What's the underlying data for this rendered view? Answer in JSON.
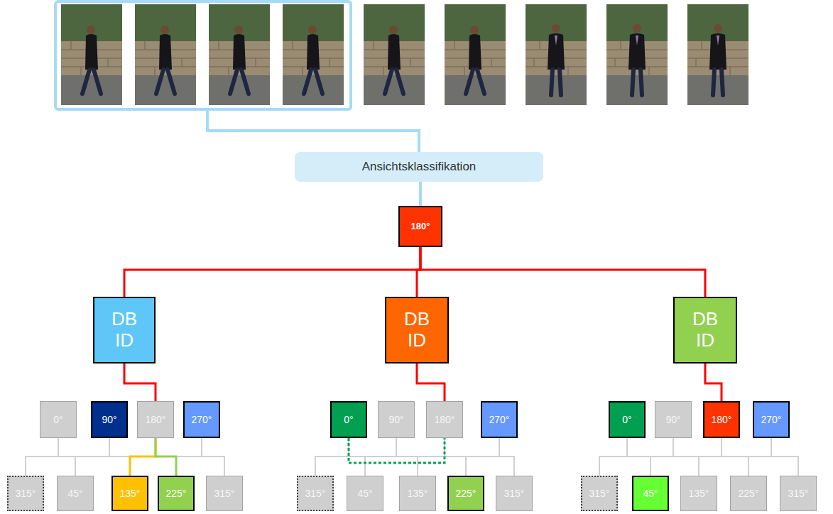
{
  "diagram": {
    "nodes": [
      {
        "text": [
          "Ansichtsklassifikation"
        ]
      },
      {
        "text": [
          "180°"
        ]
      },
      {
        "text": [
          "DB ID"
        ]
      },
      {
        "text": [
          "DB ID"
        ]
      },
      {
        "text": [
          "DB ID"
        ]
      },
      {
        "text": [
          "0°"
        ]
      },
      {
        "text": [
          "90°"
        ]
      },
      {
        "text": [
          "180°"
        ]
      },
      {
        "text": [
          "270°"
        ]
      },
      {
        "text": [
          "0°"
        ]
      },
      {
        "text": [
          "90°"
        ]
      },
      {
        "text": [
          "180°"
        ]
      },
      {
        "text": [
          "270°"
        ]
      },
      {
        "text": [
          "0°"
        ]
      },
      {
        "text": [
          "90°"
        ]
      },
      {
        "text": [
          "180°"
        ]
      },
      {
        "text": [
          "270°"
        ]
      },
      {
        "text": [
          "315°"
        ]
      },
      {
        "text": [
          "45°"
        ]
      },
      {
        "text": [
          "135°"
        ]
      },
      {
        "text": [
          "225°"
        ]
      },
      {
        "text": [
          "315°"
        ]
      },
      {
        "text": [
          "315°"
        ]
      },
      {
        "text": [
          "45°"
        ]
      },
      {
        "text": [
          "135°"
        ]
      },
      {
        "text": [
          "225°"
        ]
      },
      {
        "text": [
          "315°"
        ]
      },
      {
        "text": [
          "315°"
        ]
      },
      {
        "text": [
          "45°"
        ]
      },
      {
        "text": [
          "135°"
        ]
      },
      {
        "text": [
          "225°"
        ]
      },
      {
        "text": [
          "315°"
        ]
      }
    ],
    "edges": [
      {
        "from": 0,
        "to": 1,
        "arrow": "none"
      },
      {
        "from": 1,
        "to": 2,
        "arrow": "none"
      },
      {
        "from": 1,
        "to": 3,
        "arrow": "none"
      },
      {
        "from": 1,
        "to": 4,
        "arrow": "none"
      },
      {
        "from": 2,
        "to": 7,
        "arrow": "none"
      },
      {
        "from": 3,
        "to": 11,
        "arrow": "none"
      },
      {
        "from": 4,
        "to": 15,
        "arrow": "none"
      },
      {
        "from": 9,
        "to": 11,
        "arrow": "none"
      },
      {
        "from": 5,
        "to": 17,
        "arrow": "none"
      },
      {
        "from": 5,
        "to": 18,
        "arrow": "none"
      },
      {
        "from": 6,
        "to": 18,
        "arrow": "none"
      },
      {
        "from": 6,
        "to": 19,
        "arrow": "none"
      },
      {
        "from": 7,
        "to": 19,
        "arrow": "none"
      },
      {
        "from": 7,
        "to": 20,
        "arrow": "none"
      },
      {
        "from": 8,
        "to": 20,
        "arrow": "none"
      },
      {
        "from": 8,
        "to": 21,
        "arrow": "none"
      },
      {
        "from": 9,
        "to": 22,
        "arrow": "none"
      },
      {
        "from": 9,
        "to": 23,
        "arrow": "none"
      },
      {
        "from": 10,
        "to": 23,
        "arrow": "none"
      },
      {
        "from": 10,
        "to": 24,
        "arrow": "none"
      },
      {
        "from": 11,
        "to": 24,
        "arrow": "none"
      },
      {
        "from": 11,
        "to": 25,
        "arrow": "none"
      },
      {
        "from": 12,
        "to": 25,
        "arrow": "none"
      },
      {
        "from": 12,
        "to": 26,
        "arrow": "none"
      },
      {
        "from": 13,
        "to": 27,
        "arrow": "none"
      },
      {
        "from": 13,
        "to": 28,
        "arrow": "none"
      },
      {
        "from": 14,
        "to": 28,
        "arrow": "none"
      },
      {
        "from": 14,
        "to": 29,
        "arrow": "none"
      },
      {
        "from": 15,
        "to": 29,
        "arrow": "none"
      },
      {
        "from": 15,
        "to": 30,
        "arrow": "none"
      },
      {
        "from": 16,
        "to": 30,
        "arrow": "none"
      },
      {
        "from": 16,
        "to": 31,
        "arrow": "none"
      }
    ]
  }
}
